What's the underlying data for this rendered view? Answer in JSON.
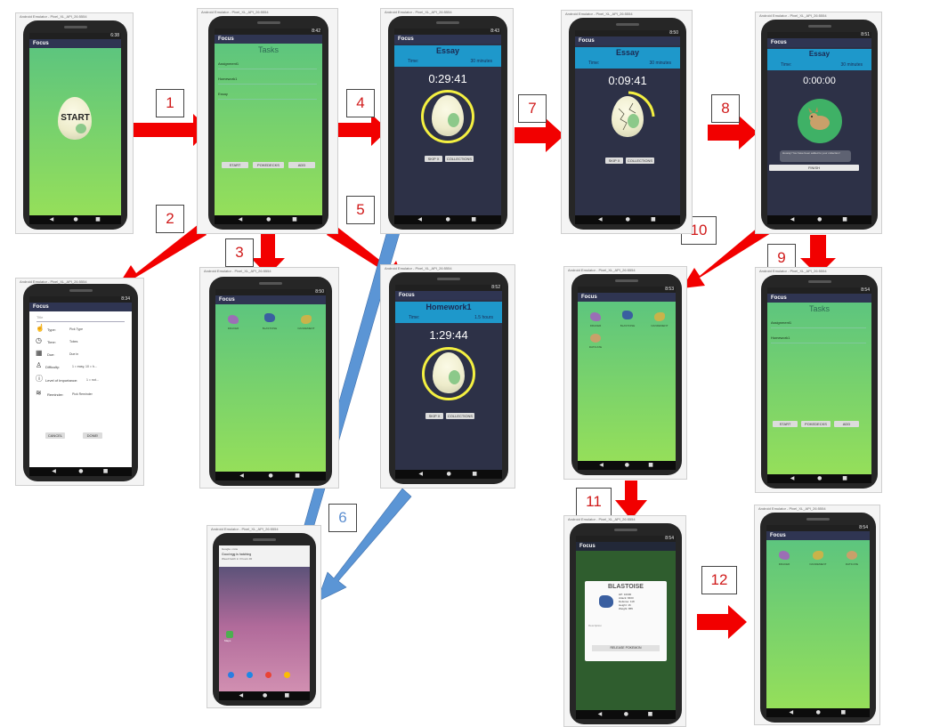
{
  "diagram": {
    "steps": [
      "1",
      "2",
      "3",
      "4",
      "5",
      "6",
      "7",
      "8",
      "9",
      "10",
      "11",
      "12"
    ],
    "emulator_caption": "Android Emulator - Pixel_XL_API_26:5554"
  },
  "app": {
    "name": "Focus",
    "start_label": "START",
    "tasks_heading": "Tasks",
    "tasks": [
      "Assignment1",
      "Homework1",
      "Essay"
    ],
    "tasks_after": [
      "Assignment1",
      "Homework1"
    ],
    "bottom_buttons": [
      "START",
      "POKEDECKS",
      "ADD"
    ],
    "timer_buttons": [
      "SKIP X",
      "COLLECTIONS"
    ],
    "nav": {
      "back": "◀",
      "home": "●",
      "recent": "■"
    }
  },
  "status": {
    "times": [
      "6:38",
      "8:42",
      "8:43",
      "8:50",
      "8:51",
      "8:34",
      "8:50",
      "8:52",
      "8:53",
      "8:54",
      "8:54"
    ]
  },
  "form": {
    "name_placeholder": "Title",
    "rows": [
      {
        "label": "Type:",
        "value": "Pick Type",
        "icon": "hand-icon"
      },
      {
        "label": "Time:",
        "value": "Tobes",
        "icon": "clock-icon"
      },
      {
        "label": "Due:",
        "value": "Due in",
        "icon": "calendar-icon"
      },
      {
        "label": "Difficulty:",
        "value": "1 = easy, 10 = h...",
        "icon": "person-icon"
      },
      {
        "label": "Level of Importance:",
        "value": "1 = not...",
        "icon": "exclamation-icon"
      },
      {
        "label": "Reminder:",
        "value": "Pick Reminder",
        "icon": "layers-icon"
      }
    ],
    "cancel": "CANCEL",
    "done": "DONE!"
  },
  "timers": {
    "essay": {
      "name": "Essay",
      "time_label": "Time:",
      "time_value": "30 minutes",
      "t1": "0:29:41",
      "t2": "0:09:41",
      "t3": "0:00:00"
    },
    "homework": {
      "name": "Homework1",
      "time_label": "Time:",
      "time_value": "1.5 hours",
      "t1": "1:29:44"
    }
  },
  "finished": {
    "toast": "Hooray! You have been added to your collection!",
    "finish_label": "FINISH"
  },
  "collections": {
    "first": [
      "DRAKER",
      "BLASTOISE",
      "DANDEMENT"
    ],
    "second": [
      "DRAKER",
      "BLASTOISE",
      "DANDEMENT",
      "RATICATE"
    ],
    "third": [
      "DRAKER",
      "DANDEMENT",
      "RATICATE"
    ]
  },
  "detail": {
    "name": "BLASTOISE",
    "stats": [
      "HP: 10000",
      "Attack: 8400",
      "Defense: 118",
      "Height: 16",
      "Weight: 855"
    ],
    "description_label": "Description",
    "release_label": "RELEASE POKEMON"
  },
  "home": {
    "notification_app": "Google • now",
    "notification_title": "Good egg is hatching",
    "notification_body": "Weed hatch in 3 hours 30",
    "app_label": "Maps"
  },
  "colors": {
    "arrow_red": "#f20000",
    "arrow_blue": "#5b95d5",
    "ring": "#f4f041",
    "appbar": "#2f3552",
    "banner": "#1e98cb"
  }
}
